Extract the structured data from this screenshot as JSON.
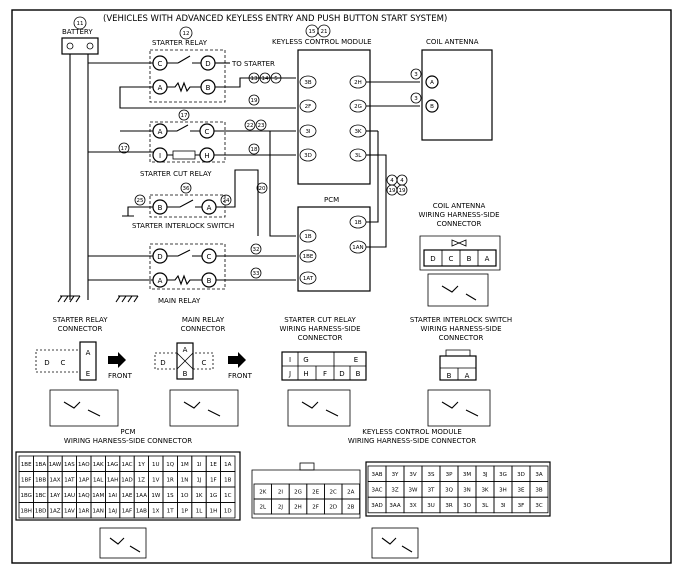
{
  "header": {
    "title": "(VEHICLES WITH ADVANCED KEYLESS ENTRY AND PUSH BUTTON START SYSTEM)"
  },
  "battery": {
    "ref": "11",
    "label": "BATTERY"
  },
  "starter_relay": {
    "ref": "12",
    "label": "STARTER RELAY",
    "pins": [
      "C",
      "D",
      "A",
      "B"
    ]
  },
  "to_starter": {
    "label": "TO STARTER",
    "refs": [
      "13",
      "14",
      "5"
    ]
  },
  "keyless_module": {
    "refs": [
      "15",
      "21"
    ],
    "label": "KEYLESS CONTROL MODULE",
    "pins_left": [
      "3B",
      "2F",
      "3I",
      "3D"
    ],
    "pins_right": [
      "2H",
      "2G",
      "3K",
      "3L"
    ]
  },
  "coil_antenna": {
    "label": "COIL ANTENNA",
    "pins": [
      "A",
      "B"
    ],
    "refs": [
      "3",
      "3"
    ]
  },
  "starter_cut_relay": {
    "label": "STARTER CUT RELAY",
    "pins": [
      "A",
      "C",
      "I",
      "H"
    ]
  },
  "interlock_switch": {
    "label": "STARTER INTERLOCK SWITCH",
    "pins": [
      "B",
      "A"
    ],
    "ref": "36"
  },
  "pcm": {
    "label": "PCM",
    "pins_left": [
      "1B",
      "1BE",
      "1AT"
    ],
    "pins_right": [
      "1B",
      "1AN"
    ]
  },
  "main_relay": {
    "label": "MAIN RELAY",
    "pins": [
      "D",
      "C",
      "A",
      "B"
    ]
  },
  "wire_refs": [
    "13",
    "14",
    "5",
    "19",
    "17",
    "22",
    "23",
    "17",
    "18",
    "25",
    "24",
    "20",
    "32",
    "33",
    "4",
    "4",
    "19",
    "19"
  ],
  "connectors": {
    "coil_harness": {
      "label": "COIL ANTENNA\nWIRING HARNESS-SIDE\nCONNECTOR",
      "l1": "COIL ANTENNA",
      "l2": "WIRING HARNESS-SIDE",
      "l3": "CONNECTOR",
      "pins": [
        "D",
        "C",
        "B",
        "A"
      ]
    },
    "starter_relay_conn": {
      "l1": "STARTER RELAY",
      "l2": "CONNECTOR",
      "pins": [
        "D",
        "C",
        "A",
        "E"
      ],
      "front": "FRONT"
    },
    "main_relay_conn": {
      "l1": "MAIN RELAY",
      "l2": "CONNECTOR",
      "pins": [
        "A",
        "D",
        "C",
        "B"
      ],
      "front": "FRONT"
    },
    "cut_relay_conn": {
      "l1": "STARTER CUT RELAY",
      "l2": "WIRING HARNESS-SIDE",
      "l3": "CONNECTOR",
      "row1": [
        "I",
        "G",
        "",
        "E"
      ],
      "row2": [
        "J",
        "H",
        "F",
        "D",
        "B"
      ]
    },
    "interlock_conn": {
      "l1": "STARTER INTERLOCK SWITCH",
      "l2": "WIRING HARNESS-SIDE",
      "l3": "CONNECTOR",
      "pins": [
        "B",
        "A"
      ]
    },
    "pcm_conn": {
      "l1": "PCM",
      "l2": "WIRING HARNESS-SIDE CONNECTOR",
      "rows": [
        [
          "1BE",
          "1BA",
          "1AW",
          "1AS",
          "1AO",
          "1AK",
          "1AG",
          "1AC",
          "1Y",
          "1U",
          "1Q",
          "1M",
          "1I",
          "1E",
          "1A"
        ],
        [
          "1BF",
          "1BB",
          "1AX",
          "1AT",
          "1AP",
          "1AL",
          "1AH",
          "1AD",
          "1Z",
          "1V",
          "1R",
          "1N",
          "1J",
          "1F",
          "1B"
        ],
        [
          "1BG",
          "1BC",
          "1AY",
          "1AU",
          "1AQ",
          "1AM",
          "1AI",
          "1AE",
          "1AA",
          "1W",
          "1S",
          "1O",
          "1K",
          "1G",
          "1C"
        ],
        [
          "1BH",
          "1BD",
          "1AZ",
          "1AV",
          "1AR",
          "1AN",
          "1AJ",
          "1AF",
          "1AB",
          "1X",
          "1T",
          "1P",
          "1L",
          "1H",
          "1D"
        ]
      ]
    },
    "keyless_conn": {
      "l1": "KEYLESS CONTROL MODULE",
      "l2": "WIRING HARNESS-SIDE CONNECTOR",
      "left_rows": [
        [
          "2K",
          "2I",
          "2G",
          "2E",
          "2C",
          "2A"
        ],
        [
          "2L",
          "2J",
          "2H",
          "2F",
          "2D",
          "2B"
        ]
      ],
      "right_rows": [
        [
          "3AB",
          "3Y",
          "3V",
          "3S",
          "3P",
          "3M",
          "3J",
          "3G",
          "3D",
          "3A"
        ],
        [
          "3AC",
          "3Z",
          "3W",
          "3T",
          "3Q",
          "3N",
          "3K",
          "3H",
          "3E",
          "3B"
        ],
        [
          "3AD",
          "3AA",
          "3X",
          "3U",
          "3R",
          "3O",
          "3L",
          "3I",
          "3F",
          "3C"
        ]
      ]
    }
  }
}
